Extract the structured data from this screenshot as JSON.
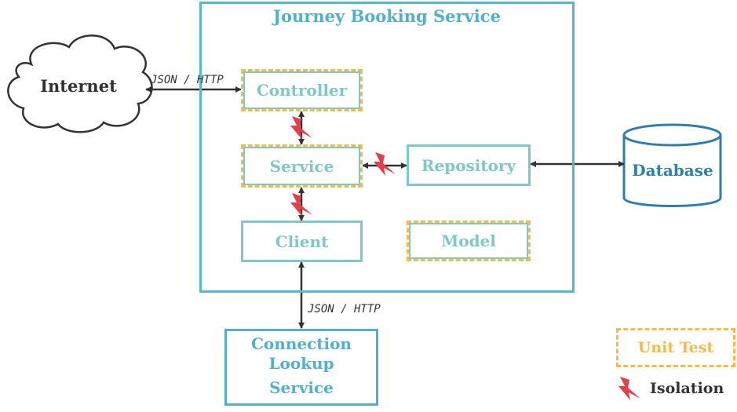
{
  "service_title": "Journey Booking Service",
  "components": {
    "controller": "Controller",
    "service": "Service",
    "repository": "Repository",
    "client": "Client",
    "model": "Model"
  },
  "external": {
    "internet": "Internet",
    "database": "Database",
    "lookup_line1": "Connection",
    "lookup_line2": "Lookup",
    "lookup_line3": "Service"
  },
  "protocols": {
    "internet_link": "JSON / HTTP",
    "lookup_link": "JSON / HTTP"
  },
  "legend": {
    "unit_test": "Unit Test",
    "isolation": "Isolation"
  },
  "colors": {
    "teal": "#7ec8c5",
    "blue": "#4fb1cd",
    "dashed_orange": "#f5bb45",
    "isolation_red": "#e0404a"
  }
}
